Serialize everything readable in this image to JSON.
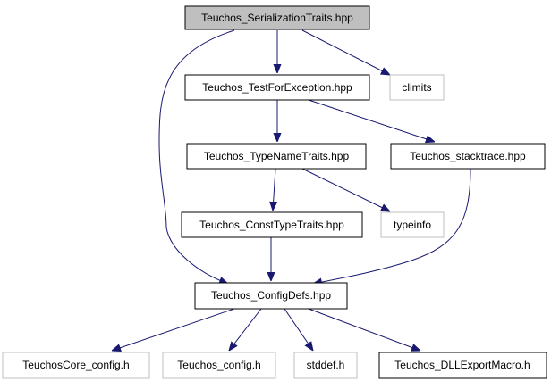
{
  "graph": {
    "colors": {
      "edge": "#191970",
      "root_fill": "#bfbfbf",
      "external_border": "#bfbfbf",
      "node_border": "#000000"
    },
    "nodes": {
      "serialization_traits": "Teuchos_SerializationTraits.hpp",
      "test_for_exception": "Teuchos_TestForException.hpp",
      "climits": "climits",
      "type_name_traits": "Teuchos_TypeNameTraits.hpp",
      "stacktrace": "Teuchos_stacktrace.hpp",
      "const_type_traits": "Teuchos_ConstTypeTraits.hpp",
      "typeinfo": "typeinfo",
      "config_defs": "Teuchos_ConfigDefs.hpp",
      "teuchoscore_config": "TeuchosCore_config.h",
      "teuchos_config": "Teuchos_config.h",
      "stddef": "stddef.h",
      "dll_export_macro": "Teuchos_DLLExportMacro.h"
    }
  }
}
